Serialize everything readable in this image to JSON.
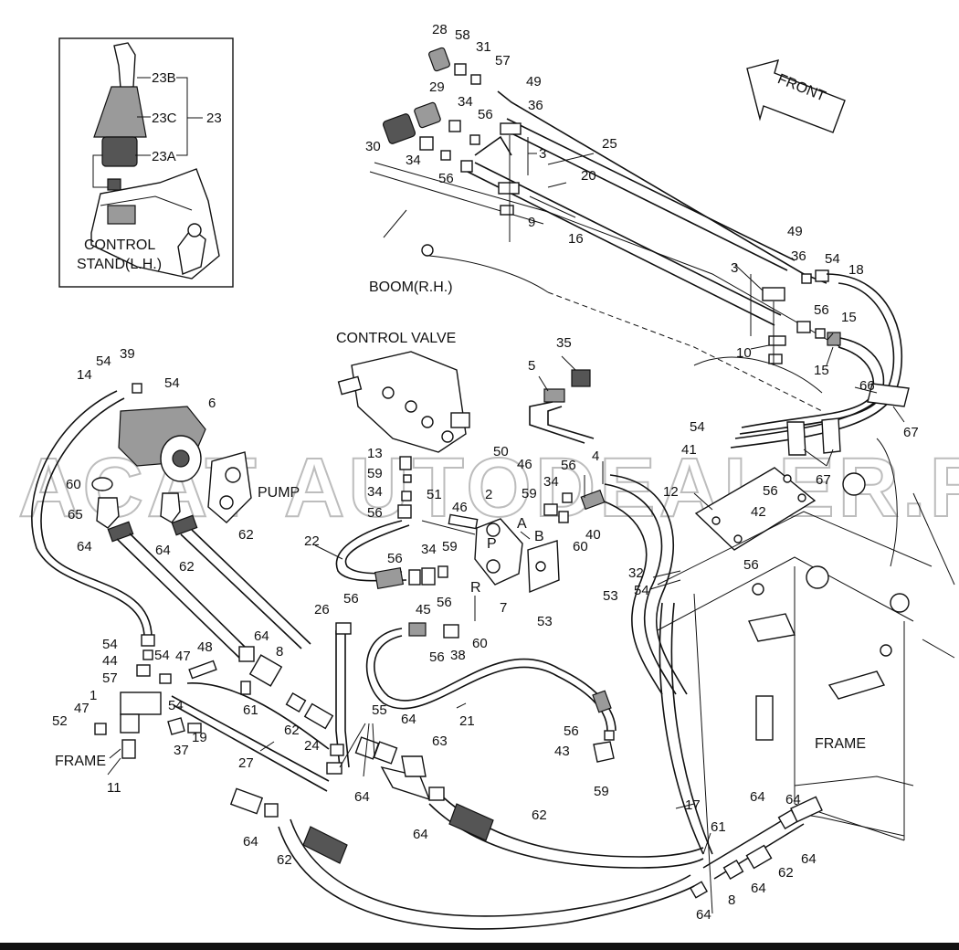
{
  "watermark": "ACAT AUTODEALER.RU",
  "direction_arrow": {
    "label": "FRONT"
  },
  "captions": {
    "control_stand_line1": "CONTROL",
    "control_stand_line2": "STAND(L.H.)",
    "boom": "BOOM(R.H.)",
    "control_valve": "CONTROL VALVE",
    "pump": "PUMP",
    "frame_right": "FRAME",
    "frame_left": "FRAME"
  },
  "port_letters": {
    "p": "P",
    "a": "A",
    "b": "B",
    "r": "R"
  },
  "callouts": {
    "n23B": "23B",
    "n23C": "23C",
    "n23": "23",
    "n23A": "23A",
    "n28": "28",
    "n58": "58",
    "n31": "31",
    "n57": "57",
    "n49a": "49",
    "n36a": "36",
    "n29": "29",
    "n34a": "34",
    "n56a": "56",
    "n30": "30",
    "n34b": "34",
    "n56b": "56",
    "n3a": "3",
    "n9": "9",
    "n25": "25",
    "n20": "20",
    "n16": "16",
    "n49b": "49",
    "n36b": "36",
    "n54a": "54",
    "n18": "18",
    "n3b": "3",
    "n56c": "56",
    "n15a": "15",
    "n15b": "15",
    "n10": "10",
    "n66": "66",
    "n67a": "67",
    "n67b": "67",
    "n35": "35",
    "n5": "5",
    "n54b": "54",
    "n41": "41",
    "n12": "12",
    "n56d": "56",
    "n42": "42",
    "n54c": "54",
    "n39": "39",
    "n54d": "54",
    "n14": "14",
    "n6": "6",
    "n60a": "60",
    "n65": "65",
    "n64a": "64",
    "n64b": "64",
    "n62a": "62",
    "n62b": "62",
    "n13": "13",
    "n59a": "59",
    "n34c": "34",
    "n56e": "56",
    "n50": "50",
    "n46a": "46",
    "n4": "4",
    "n56f": "56",
    "n34d": "34",
    "n59b": "59",
    "n2": "2",
    "n51": "51",
    "n46b": "46",
    "n40": "40",
    "n60b": "60",
    "n22": "22",
    "n56g": "56",
    "n34e": "34",
    "n59c": "59",
    "n45": "45",
    "n56h": "56",
    "n7": "7",
    "n53a": "53",
    "n53b": "53",
    "n32": "32",
    "n54e": "54",
    "n56i": "56",
    "n26": "26",
    "n56j": "56",
    "n56k": "56",
    "n38": "38",
    "n60c": "60",
    "n54f": "54",
    "n44": "44",
    "n54g": "54",
    "n47a": "47",
    "n48": "48",
    "n57b": "57",
    "n1": "1",
    "n64c": "64",
    "n8a": "8",
    "n61a": "61",
    "n52": "52",
    "n47b": "47",
    "n54h": "54",
    "n19": "19",
    "n37": "37",
    "n11": "11",
    "n27": "27",
    "n55": "55",
    "n62c": "62",
    "n24": "24",
    "n64d": "64",
    "n64e": "64",
    "n63": "63",
    "n21": "21",
    "n56l": "56",
    "n43": "43",
    "n59d": "59",
    "n17": "17",
    "n61b": "61",
    "n64f": "64",
    "n64g": "64",
    "n64h": "64",
    "n62d": "62",
    "n64i": "64",
    "n8b": "8",
    "n64j": "64",
    "n62e": "62",
    "n64k": "64",
    "n64l": "64",
    "n62f": "62"
  }
}
